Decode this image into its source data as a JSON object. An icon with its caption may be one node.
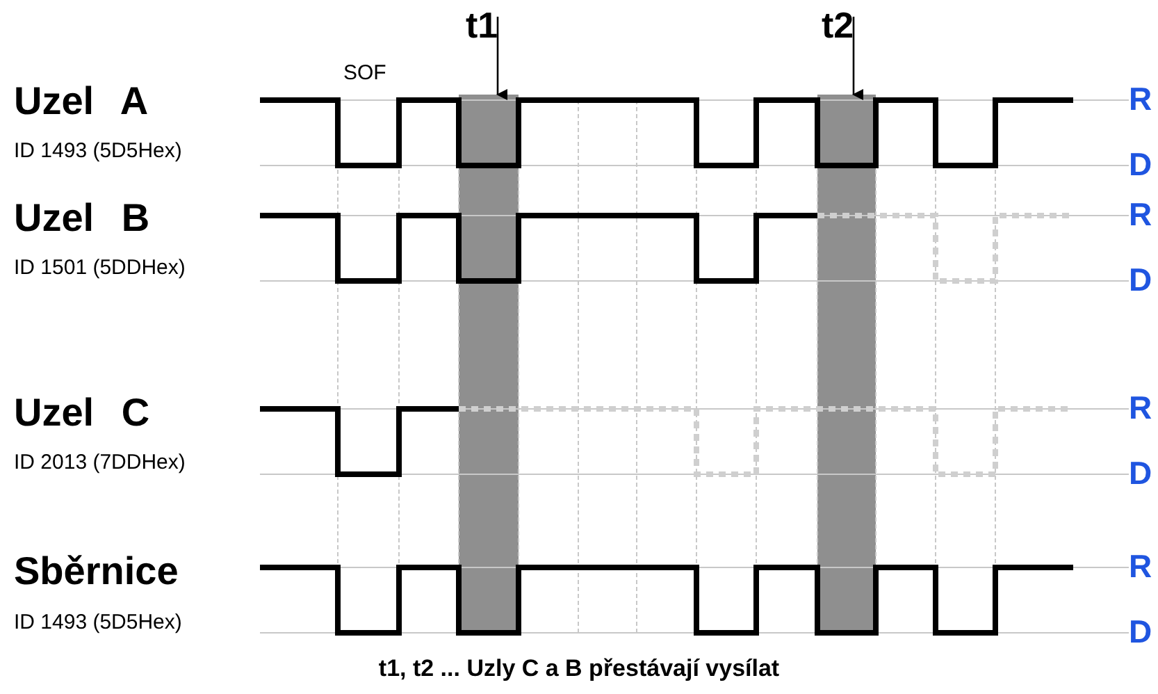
{
  "diagram": {
    "caption": "t1, t2 ... Uzly C a B přestávají vysílat",
    "labels": [
      "t1",
      "t2",
      "SOF",
      "Uzel A",
      "ID 1493 (5D5Hex)",
      "R",
      "D",
      "Uzel B",
      "ID 1501 (5DDHex)",
      "R",
      "D",
      "Uzel C",
      "ID 2013 (7DDHex)",
      "R",
      "D",
      "Sběrnice",
      "ID 1493 (5D5Hex)",
      "R",
      "D"
    ]
  }
}
